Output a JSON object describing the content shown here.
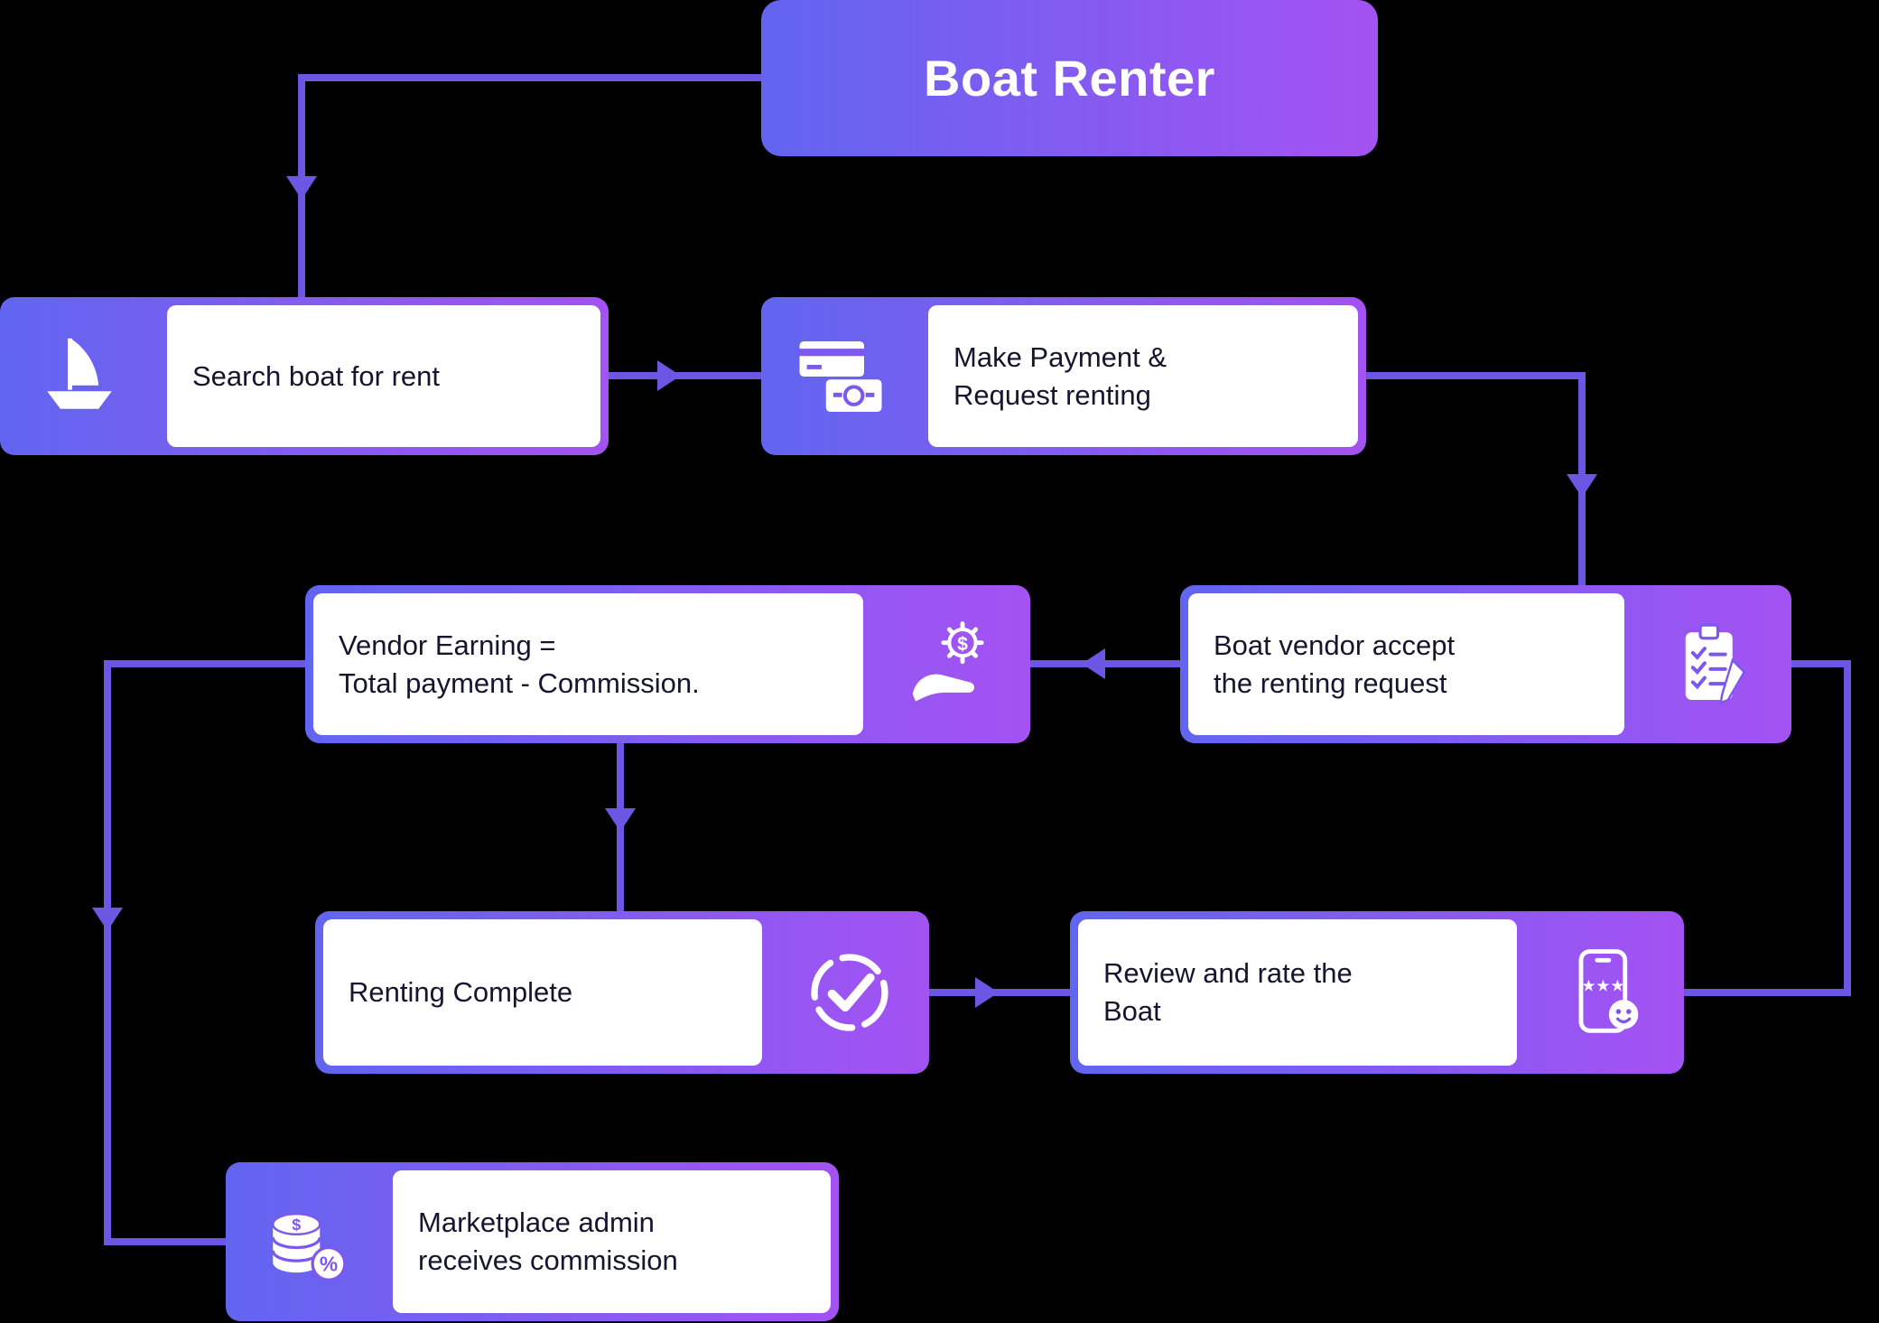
{
  "title": "Boat Renter",
  "nodes": {
    "search": {
      "label": "Search boat for rent",
      "icon": "boat-icon"
    },
    "payment": {
      "label": "Make Payment &\nRequest renting",
      "icon": "payment-cards-icon"
    },
    "vendor_earning": {
      "label": "Vendor Earning =\nTotal payment - Commission.",
      "icon": "hand-earning-icon"
    },
    "vendor_accept": {
      "label": "Boat vendor accept\nthe renting request",
      "icon": "clipboard-checklist-icon"
    },
    "renting_complete": {
      "label": "Renting Complete",
      "icon": "clock-check-icon"
    },
    "review": {
      "label": "Review and rate the\nBoat",
      "icon": "phone-review-icon"
    },
    "commission": {
      "label": "Marketplace admin\nreceives commission",
      "icon": "coins-percent-icon"
    }
  },
  "colors": {
    "gradient_start": "#6165f0",
    "gradient_end": "#a452f2",
    "connector": "#6c57e4",
    "text": "#15152e",
    "panel": "#ffffff",
    "background": "#000000",
    "title_text": "#ffffff"
  }
}
